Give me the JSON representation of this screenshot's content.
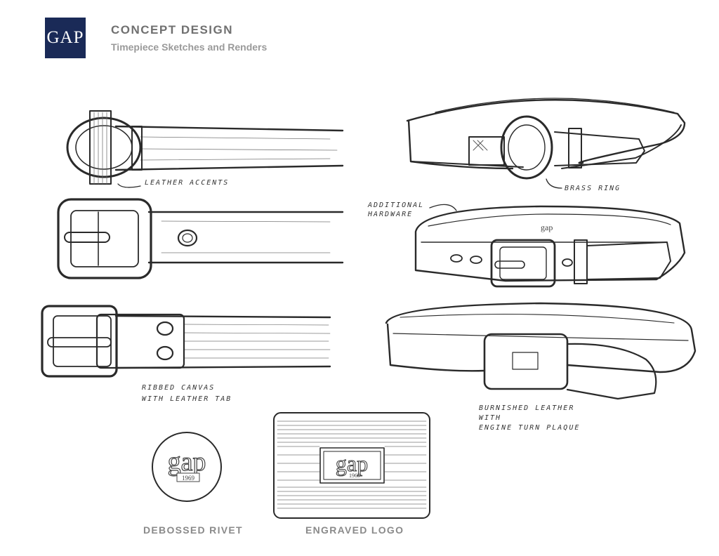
{
  "header": {
    "logo_text": "GAP",
    "title": "CONCEPT DESIGN",
    "subtitle": "Timepiece Sketches and Renders"
  },
  "notes": {
    "leather_accents": "LEATHER ACCENTS",
    "brass_ring": "BRASS RING",
    "additional_hardware_1": "ADDITIONAL",
    "additional_hardware_2": "HARDWARE",
    "ribbed_1": "RIBBED CANVAS",
    "ribbed_2": "WITH LEATHER TAB",
    "burnished_1": "BURNISHED LEATHER",
    "burnished_2": "WITH",
    "burnished_3": "ENGINE TURN PLAQUE"
  },
  "rivet": {
    "brand": "gap",
    "year": "1969",
    "caption": "DEBOSSED RIVET"
  },
  "plaque": {
    "brand": "gap",
    "year": "1969",
    "caption": "ENGRAVED LOGO"
  },
  "colors": {
    "logo_bg": "#1a2a57",
    "ink": "#2a2a2a",
    "caption": "#8a8a8a"
  }
}
